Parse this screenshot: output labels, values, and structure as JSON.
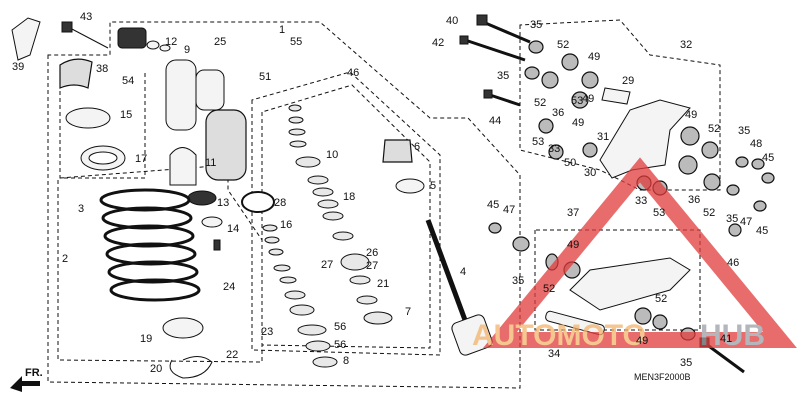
{
  "diagram": {
    "code": "MEN3F2000B",
    "front_label": "FR.",
    "watermark": {
      "word_a": "AUTOMOTO",
      "word_b": "HUB",
      "color_a": "#f2b36b",
      "color_b": "#9aa0a6",
      "triangle_color": "#e23b3b"
    },
    "labels": [
      {
        "t": "43"
      },
      {
        "t": "39"
      },
      {
        "t": "38"
      },
      {
        "t": "54"
      },
      {
        "t": "12"
      },
      {
        "t": "9"
      },
      {
        "t": "25"
      },
      {
        "t": "1"
      },
      {
        "t": "55"
      },
      {
        "t": "51"
      },
      {
        "t": "46"
      },
      {
        "t": "15"
      },
      {
        "t": "17"
      },
      {
        "t": "11"
      },
      {
        "t": "3"
      },
      {
        "t": "2"
      },
      {
        "t": "13"
      },
      {
        "t": "14"
      },
      {
        "t": "28"
      },
      {
        "t": "16"
      },
      {
        "t": "24"
      },
      {
        "t": "10"
      },
      {
        "t": "6"
      },
      {
        "t": "5"
      },
      {
        "t": "18"
      },
      {
        "t": "26"
      },
      {
        "t": "27"
      },
      {
        "t": "27"
      },
      {
        "t": "21"
      },
      {
        "t": "4"
      },
      {
        "t": "7"
      },
      {
        "t": "23"
      },
      {
        "t": "56"
      },
      {
        "t": "56"
      },
      {
        "t": "8"
      },
      {
        "t": "19"
      },
      {
        "t": "22"
      },
      {
        "t": "20"
      },
      {
        "t": "40"
      },
      {
        "t": "35"
      },
      {
        "t": "42"
      },
      {
        "t": "52"
      },
      {
        "t": "49"
      },
      {
        "t": "32"
      },
      {
        "t": "35"
      },
      {
        "t": "29"
      },
      {
        "t": "44"
      },
      {
        "t": "52"
      },
      {
        "t": "36"
      },
      {
        "t": "53"
      },
      {
        "t": "33"
      },
      {
        "t": "31"
      },
      {
        "t": "49"
      },
      {
        "t": "50"
      },
      {
        "t": "30"
      },
      {
        "t": "53"
      },
      {
        "t": "49"
      },
      {
        "t": "52"
      },
      {
        "t": "35"
      },
      {
        "t": "48"
      },
      {
        "t": "45"
      },
      {
        "t": "49"
      },
      {
        "t": "36"
      },
      {
        "t": "52"
      },
      {
        "t": "33"
      },
      {
        "t": "53"
      },
      {
        "t": "35"
      },
      {
        "t": "47"
      },
      {
        "t": "45"
      },
      {
        "t": "45"
      },
      {
        "t": "47"
      },
      {
        "t": "37"
      },
      {
        "t": "49"
      },
      {
        "t": "35"
      },
      {
        "t": "52"
      },
      {
        "t": "52"
      },
      {
        "t": "46"
      },
      {
        "t": "34"
      },
      {
        "t": "49"
      },
      {
        "t": "41"
      },
      {
        "t": "35"
      }
    ]
  }
}
